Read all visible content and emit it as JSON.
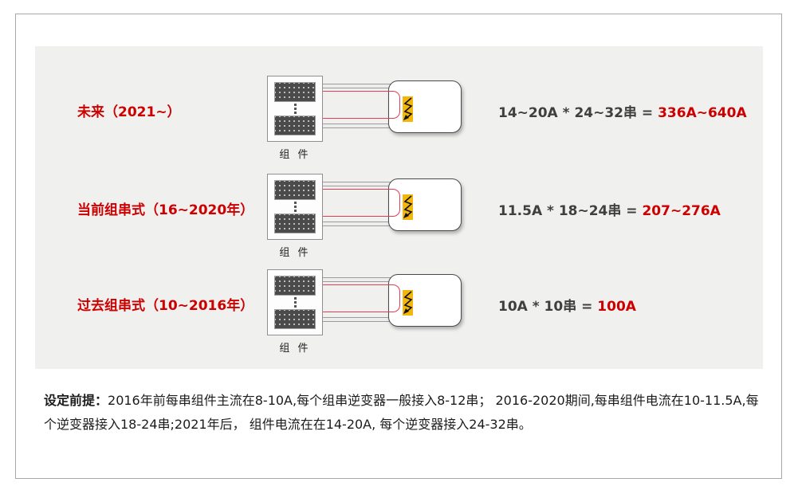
{
  "colors": {
    "accent_red": "#cc0000",
    "wire_red": "#e23d56",
    "wire_gray": "#9c9c9c",
    "panel_bg": "#f0f0ef",
    "bolt_yellow": "#f3b70c",
    "formula_dark": "#3f3f3f"
  },
  "rows": [
    {
      "label": "未来（2021~）",
      "module_label": "组 件",
      "formula_left": "14~20A * 24~32串 = ",
      "formula_result": "336A~640A"
    },
    {
      "label": "当前组串式（16~2020年）",
      "module_label": "组 件",
      "formula_left": "11.5A * 18~24串 = ",
      "formula_result": "207~276A"
    },
    {
      "label": "过去组串式（10~2016年）",
      "module_label": "组 件",
      "formula_left": "10A * 10串 = ",
      "formula_result": "100A"
    }
  ],
  "footnote": {
    "prefix": "设定前提：",
    "text": "2016年前每串组件主流在8-10A,每个组串逆变器一般接入8-12串； 2016-2020期间,每串组件电流在10-11.5A,每个逆变器接入18-24串;2021年后， 组件电流在在14-20A, 每个逆变器接入24-32串。"
  }
}
